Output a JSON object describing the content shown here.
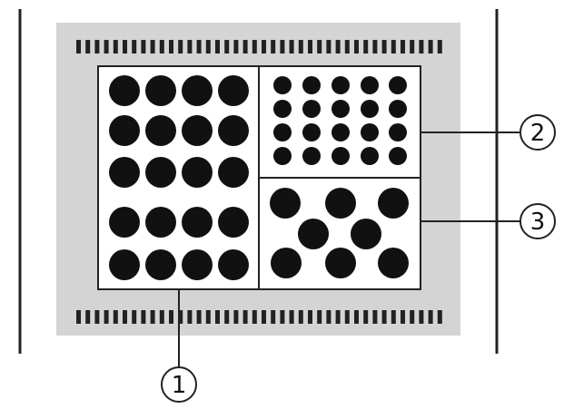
{
  "colors": {
    "background": "#ffffff",
    "tray": "#d4d4d4",
    "line": "#222222",
    "dot": "#111111",
    "panel": "#ffffff"
  },
  "callouts": {
    "one": "1",
    "two": "2",
    "three": "3"
  }
}
